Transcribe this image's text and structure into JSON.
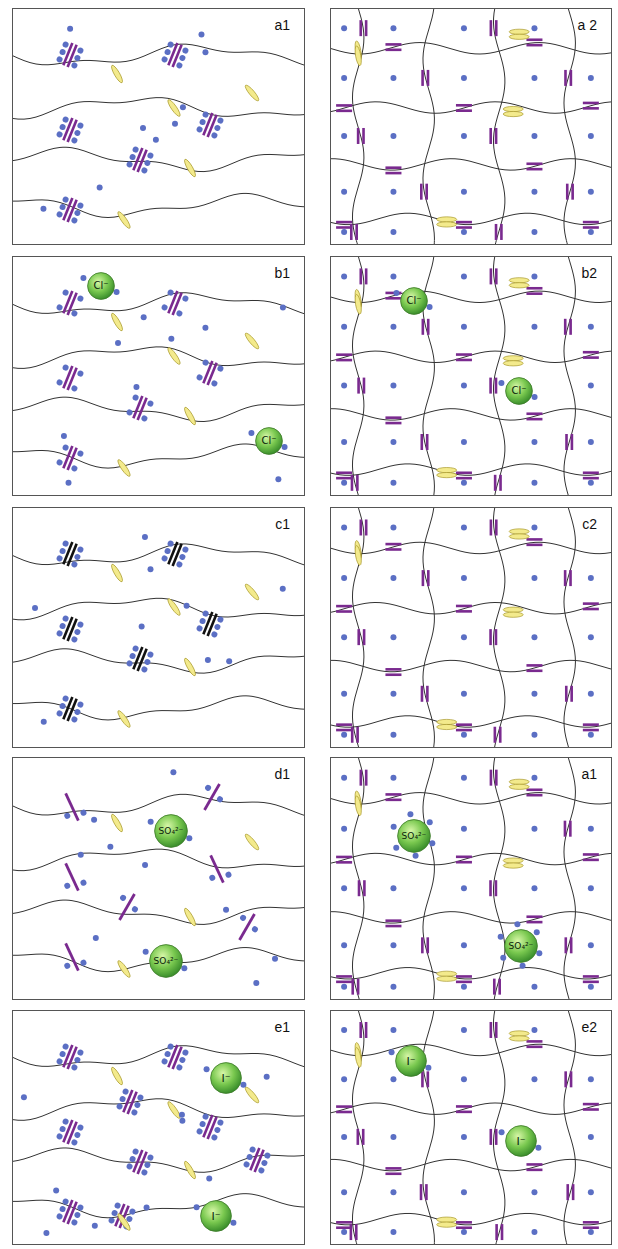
{
  "diagram": {
    "nodes": [
      {
        "text": [
          "a1"
        ]
      },
      {
        "text": [
          "a 2"
        ]
      },
      {
        "text": [
          "b1"
        ]
      },
      {
        "text": [
          "Cl⁻"
        ],
        "in": 2
      },
      {
        "text": [
          "Cl⁻"
        ],
        "in": 2
      },
      {
        "text": [
          "b2"
        ]
      },
      {
        "text": [
          "Cl⁻"
        ],
        "in": 5
      },
      {
        "text": [
          "Cl⁻"
        ],
        "in": 5
      },
      {
        "text": [
          "c1"
        ]
      },
      {
        "text": [
          "c2"
        ]
      },
      {
        "text": [
          "d1"
        ]
      },
      {
        "text": [
          "SO₄²⁻"
        ],
        "in": 10
      },
      {
        "text": [
          "SO₄²⁻"
        ],
        "in": 10
      },
      {
        "text": [
          "a1"
        ]
      },
      {
        "text": [
          "SO₄²⁻"
        ],
        "in": 13
      },
      {
        "text": [
          "SO₄²⁻"
        ],
        "in": 13
      },
      {
        "text": [
          "e1"
        ]
      },
      {
        "text": [
          "I⁻"
        ],
        "in": 16
      },
      {
        "text": [
          "I⁻"
        ],
        "in": 16
      },
      {
        "text": [
          "e2"
        ]
      },
      {
        "text": [
          "I⁻"
        ],
        "in": 19
      },
      {
        "text": [
          "I⁻"
        ],
        "in": 19
      }
    ]
  }
}
